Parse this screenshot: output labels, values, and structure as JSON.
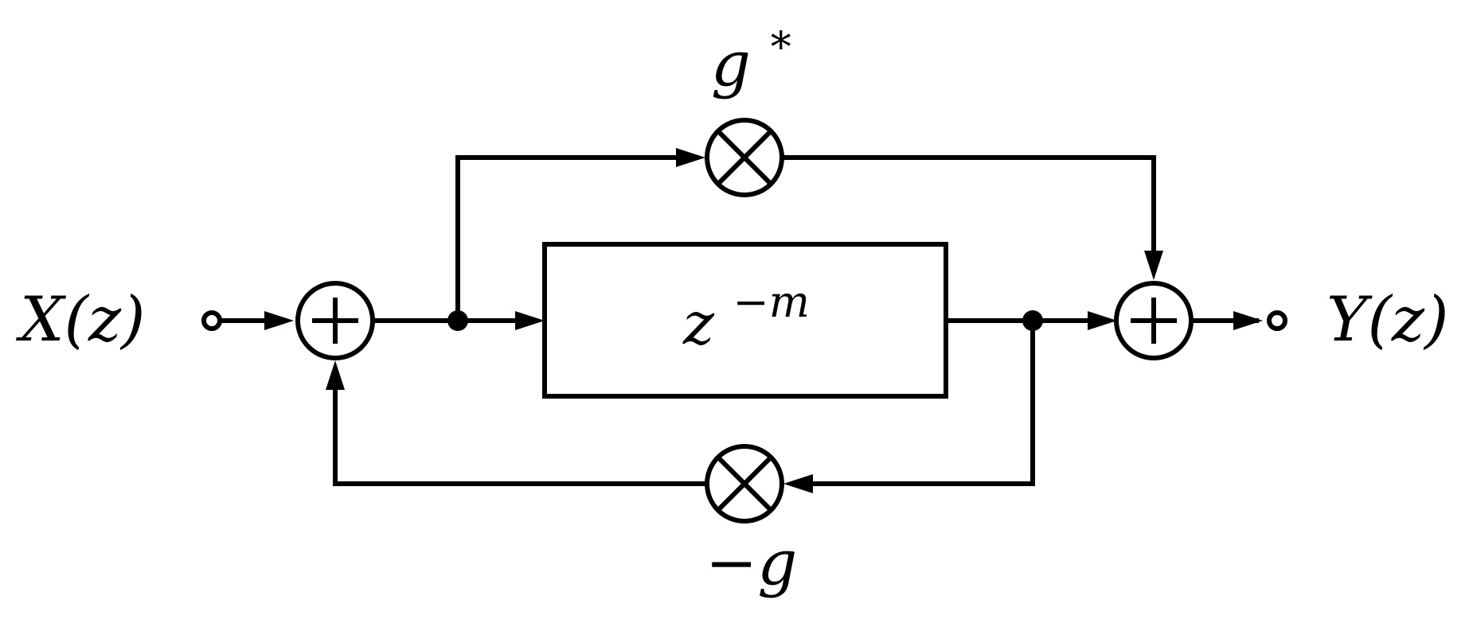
{
  "labels": {
    "input": "X(z)",
    "output": "Y(z)",
    "delay": "z",
    "delay_exponent": "−m",
    "forward_gain": "g",
    "forward_gain_sup": "*",
    "feedback_gain": "−g"
  },
  "colors": {
    "stroke": "#000000",
    "background": "#ffffff"
  },
  "icons": {
    "adder": "circle-plus",
    "multiplier": "circle-times",
    "terminal": "open-circle",
    "junction": "filled-dot"
  }
}
